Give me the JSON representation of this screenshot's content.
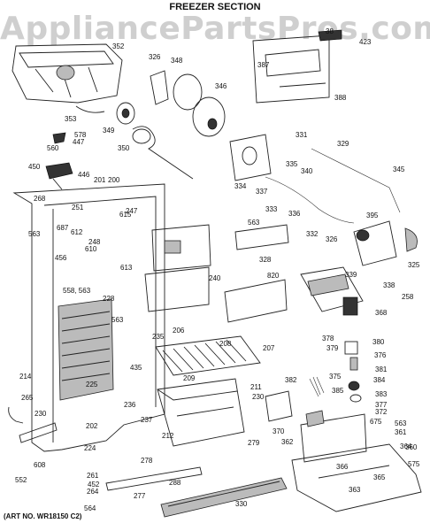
{
  "title": "FREEZER SECTION",
  "watermark": "AppliancePartsPros.com",
  "art_number": "(ART NO. WR18150 C2)",
  "callouts": [
    "352",
    "326",
    "348",
    "346",
    "38",
    "423",
    "387",
    "388",
    "353",
    "349",
    "350",
    "578",
    "447",
    "560",
    "450",
    "446",
    "201",
    "200",
    "268",
    "563",
    "687",
    "251",
    "612",
    "615",
    "610",
    "248",
    "456",
    "247",
    "613",
    "240",
    "558, 563",
    "228",
    "563",
    "435",
    "235",
    "206",
    "208",
    "207",
    "209",
    "211",
    "230",
    "225",
    "214",
    "236",
    "237",
    "212",
    "279",
    "230",
    "202",
    "224",
    "265",
    "608",
    "261",
    "452",
    "264",
    "552",
    "564",
    "277",
    "278",
    "288",
    "330",
    "331",
    "329",
    "345",
    "334",
    "337",
    "335",
    "340",
    "333",
    "336",
    "332",
    "326",
    "395",
    "563",
    "328",
    "325",
    "339",
    "338",
    "258",
    "820",
    "368",
    "378",
    "379",
    "380",
    "376",
    "382",
    "381",
    "384",
    "383",
    "375",
    "385",
    "377",
    "372",
    "370",
    "362",
    "563",
    "361",
    "675",
    "364",
    "360",
    "575",
    "366",
    "365",
    "363"
  ]
}
